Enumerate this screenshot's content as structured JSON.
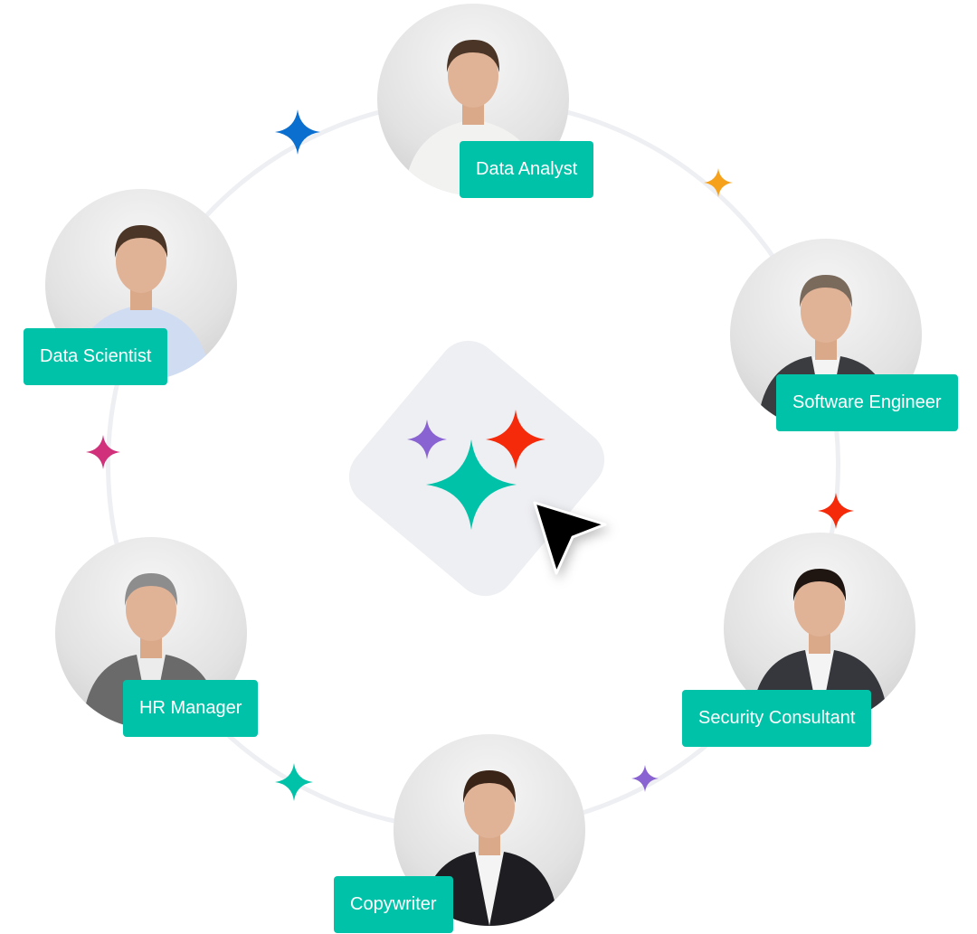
{
  "roles": [
    {
      "id": "data-analyst",
      "label": "Data Analyst",
      "shirt": "#f2f2f0",
      "jacket": null,
      "hair": "#4a3526"
    },
    {
      "id": "software-engineer",
      "label": "Software Engineer",
      "shirt": "#f4f4f4",
      "jacket": "#3a3c40",
      "hair": "#7a6a5c"
    },
    {
      "id": "security-consultant",
      "label": "Security Consultant",
      "shirt": "#f4f4f4",
      "jacket": "#35373c",
      "hair": "#1f1612"
    },
    {
      "id": "copywriter",
      "label": "Copywriter",
      "shirt": "#f4f4f4",
      "jacket": "#1e1e22",
      "hair": "#3a2418"
    },
    {
      "id": "hr-manager",
      "label": "HR Manager",
      "shirt": "#ececec",
      "jacket": "#6a6a6a",
      "hair": "#8d8d8d"
    },
    {
      "id": "data-scientist",
      "label": "Data Scientist",
      "shirt": "#cfdcf2",
      "jacket": null,
      "hair": "#4a3526"
    }
  ],
  "colors": {
    "accent": "#00c2a8",
    "ring": "#eeeff3",
    "blue": "#0a6fcf",
    "orange": "#f5a11c",
    "red": "#f52a0a",
    "purple": "#8a63d2",
    "teal": "#00c2a8",
    "magenta": "#d0317a"
  }
}
